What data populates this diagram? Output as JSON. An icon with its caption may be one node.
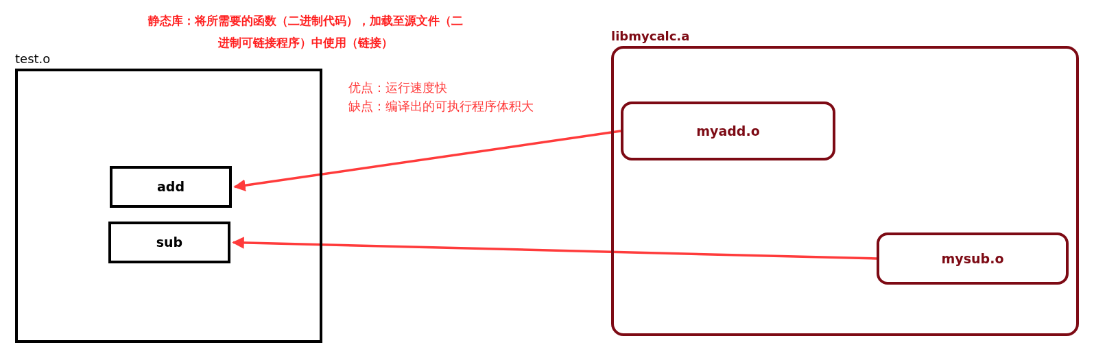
{
  "diagram": {
    "nodes": [
      {
        "text": [
          "test.o"
        ]
      },
      {
        "text": [
          "add"
        ],
        "in": 0
      },
      {
        "text": [
          "sub"
        ],
        "in": 0
      },
      {
        "text": [
          "libmycalc.a"
        ]
      },
      {
        "text": [
          "myadd.o"
        ],
        "in": 3
      },
      {
        "text": [
          "mysub.o"
        ],
        "in": 3
      }
    ],
    "edges": [
      {
        "from": 4,
        "to": 1,
        "arrow": "to"
      },
      {
        "from": 5,
        "to": 2,
        "arrow": "to"
      }
    ],
    "labels": [
      "静态库：将所需要的函数（二进制代码），加载至源文件（二进制可链接程序）中使用（链接）",
      "优点：运行速度快",
      "缺点：编译出的可执行程序体积大"
    ]
  }
}
